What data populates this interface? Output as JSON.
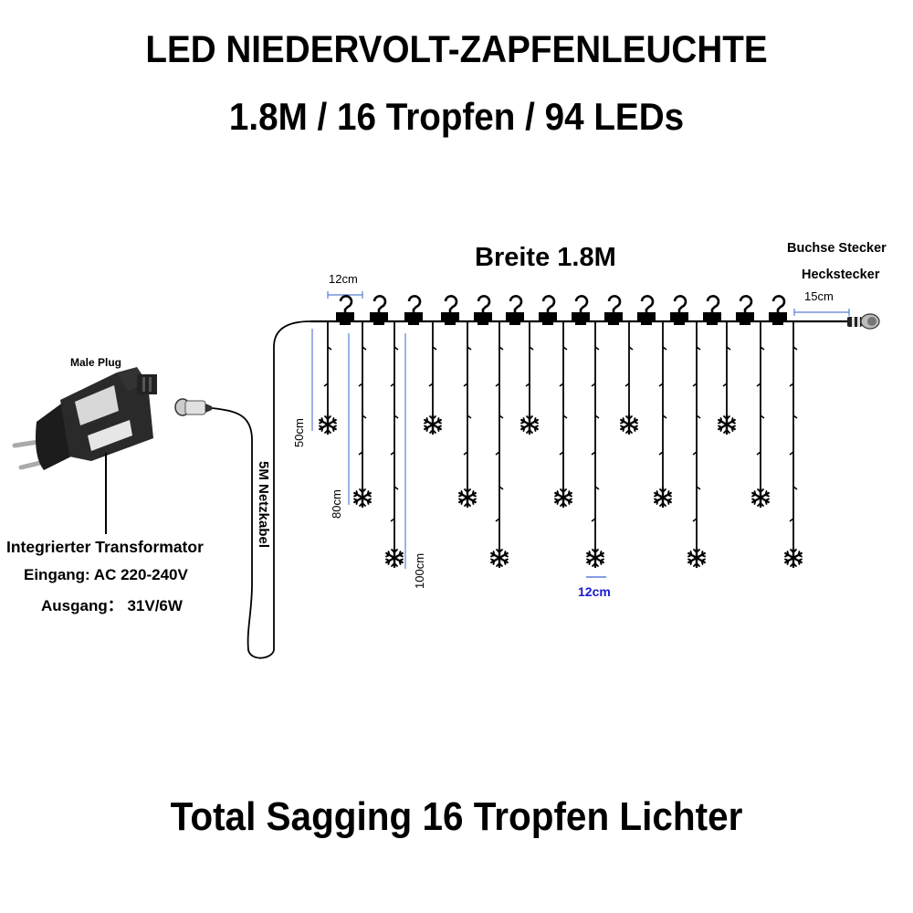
{
  "header": {
    "title": "LED NIEDERVOLT-ZAPFENLEUCHTE",
    "subtitle": "1.8M / 16 Tropfen / 94 LEDs"
  },
  "diagram": {
    "width_label": "Breite 1.8M",
    "connector_label_1": "Buchse Stecker",
    "connector_label_2": "Heckstecker",
    "lead_length": "15cm",
    "hook_spacing_top": "12cm",
    "drop_spacing_bottom": "12cm",
    "drop_lengths": [
      "50cm",
      "80cm",
      "100cm"
    ],
    "cable_label": "5M Netzkabel",
    "hook_count": 14,
    "drop_count": 15,
    "colors": {
      "line": "#000000",
      "dimension": "#5b7fd6",
      "dimension_text_blue": "#1a1ad0"
    }
  },
  "transformer": {
    "plug_label": "Male Plug",
    "name": "Integrierter Transformator",
    "input": "Eingang: AC 220-240V",
    "output": "Ausgang： 31V/6W"
  },
  "footer": {
    "caption": "Total Sagging 16 Tropfen Lichter"
  }
}
